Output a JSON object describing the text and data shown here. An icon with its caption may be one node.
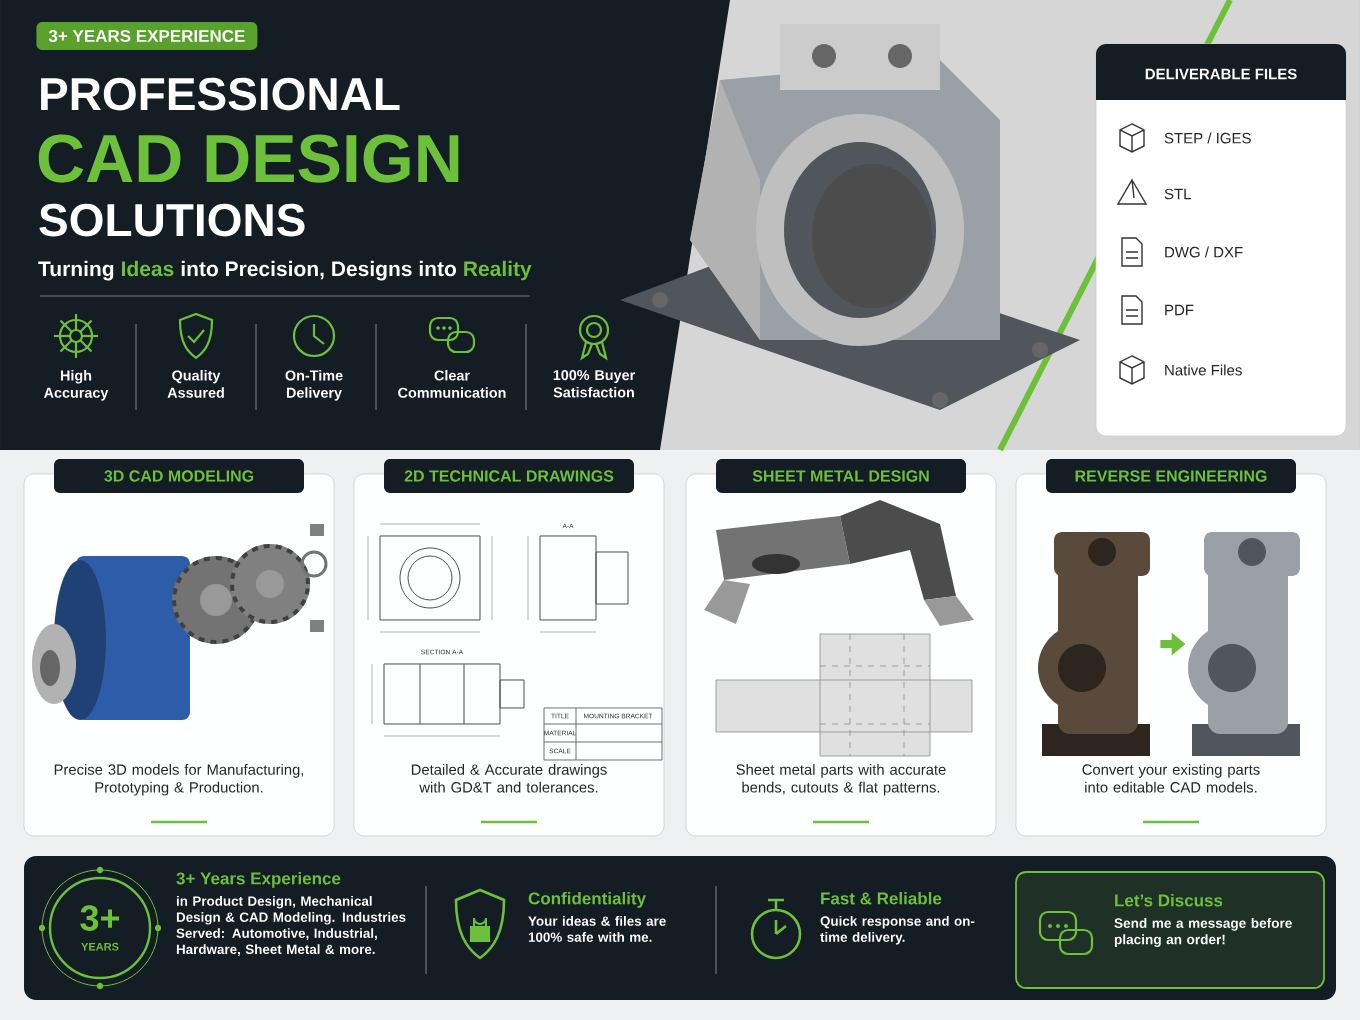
{
  "diagram": {
    "nodes": [
      {
        "text": [
          "3+ YEARS EXPERIENCE"
        ]
      },
      {
        "text": [
          "DELIVERABLE FILES"
        ]
      },
      {
        "text": [
          "3D CAD MODELING",
          "Precise 3D models for Manufacturing, Prototyping & Production."
        ]
      },
      {
        "text": [
          "2D TECHNICAL DRAWINGS",
          "Detailed & Accurate drawings with GD&T and tolerances."
        ]
      },
      {
        "text": [
          "SHEET METAL DESIGN",
          "Sheet metal parts with accurate bends, cutouts & flat patterns."
        ]
      },
      {
        "text": [
          "REVERSE ENGINEERING",
          "Convert your existing parts into editable CAD models."
        ]
      },
      {
        "text": [],
        "shape": "picture",
        "in": 5
      },
      {
        "text": [],
        "shape": "picture",
        "in": 5
      },
      {
        "text": [],
        "shape": "box"
      },
      {
        "text": [
          "3+",
          "YEARS"
        ],
        "in": 8
      },
      {
        "text": [
          "Let’s Discuss",
          "Send me a message before placing an order!"
        ],
        "in": 8
      }
    ],
    "edges": [
      {
        "from": 6,
        "to": 7,
        "arrow": "to"
      }
    ],
    "labels": [
      "PROFESSIONAL",
      "CAD DESIGN",
      "SOLUTIONS",
      "Turning",
      "Ideas",
      "into Precision, Designs into",
      "Reality",
      "High Accuracy",
      "Quality Assured",
      "On-Time Delivery",
      "Clear Communication",
      "100% Buyer Satisfaction",
      "STEP / IGES",
      "STL",
      "DWG / DXF",
      "PDF",
      "Native Files",
      "A-A",
      "SECTION A-A",
      "TITLE",
      "MOUNTING BRACKET",
      "MATERIAL",
      "SCALE",
      "3+ Years Experience",
      "in Product Design, Mechanical Design & CAD Modeling. Industries Served: Automotive, Industrial, Hardware, Sheet Metal & more.",
      "Confidentiality",
      "Your ideas & files are 100% safe with me.",
      "Fast & Reliable",
      "Quick response and on-time delivery."
    ]
  }
}
